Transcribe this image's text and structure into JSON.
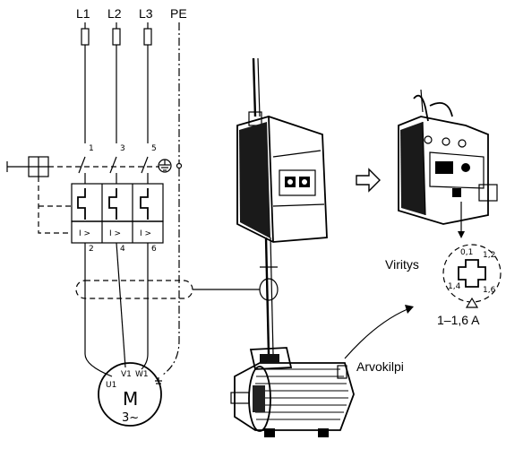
{
  "diagram": {
    "phases": [
      "L1",
      "L2",
      "L3",
      "PE"
    ],
    "terminals_top": [
      "1",
      "3",
      "5"
    ],
    "terminals_bottom": [
      "2",
      "4",
      "6"
    ],
    "overload_symbol": "I >",
    "motor": {
      "letter": "M",
      "phase_label": "3~",
      "terminals": [
        "U1",
        "V1",
        "W1"
      ]
    },
    "callouts": {
      "setting": "Viritys",
      "range": "1–1,6 A",
      "nameplate": "Arvokilpi"
    },
    "dial_marks": [
      "0,1",
      "1,2",
      "1,4",
      "1,6"
    ]
  }
}
